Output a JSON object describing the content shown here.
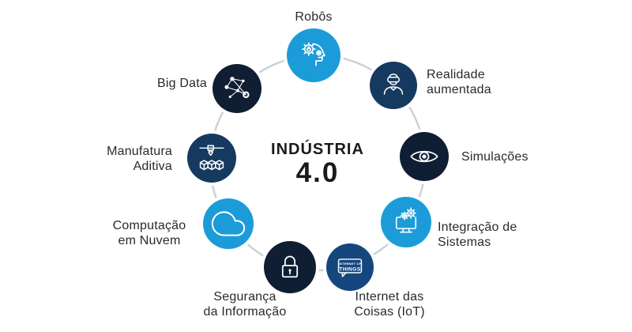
{
  "title": {
    "line1": "INDÚSTRIA",
    "line2": "4.0"
  },
  "nodes": {
    "robos": {
      "label": "Robôs",
      "icon": "robot-head-icon",
      "color": "#1b9cd9"
    },
    "realidade_aumentada": {
      "line1": "Realidade",
      "line2": "aumentada",
      "icon": "vr-person-icon",
      "color": "#16395f"
    },
    "simulacoes": {
      "label": "Simulações",
      "icon": "eye-icon",
      "color": "#0f1e33"
    },
    "integracao_sistemas": {
      "line1": "Integração de",
      "line2": "Sistemas",
      "icon": "monitor-gears-icon",
      "color": "#1b9cd9"
    },
    "internet_das_coisas": {
      "line1": "Internet das",
      "line2": "Coisas (IoT)",
      "icon": "iot-speech-bubble-icon",
      "color": "#15477e",
      "badge_line1": "INTERNET OF",
      "badge_line2": "THINGS"
    },
    "seguranca_informacao": {
      "line1": "Segurança",
      "line2": "da Informação",
      "icon": "padlock-icon",
      "color": "#0f1e33"
    },
    "computacao_nuvem": {
      "line1": "Computação",
      "line2": "em Nuvem",
      "icon": "cloud-icon",
      "color": "#1b9cd9"
    },
    "manufatura_aditiva": {
      "line1": "Manufatura",
      "line2": "Aditiva",
      "icon": "printer-3d-icon",
      "color": "#16395f"
    },
    "big_data": {
      "label": "Big Data",
      "icon": "network-nodes-icon",
      "color": "#0f1e33"
    }
  },
  "colors": {
    "ring": "#ccd1d6",
    "label_text": "#2a2a2a",
    "title_text": "#1a1a1a",
    "icon_stroke": "#ffffff"
  }
}
